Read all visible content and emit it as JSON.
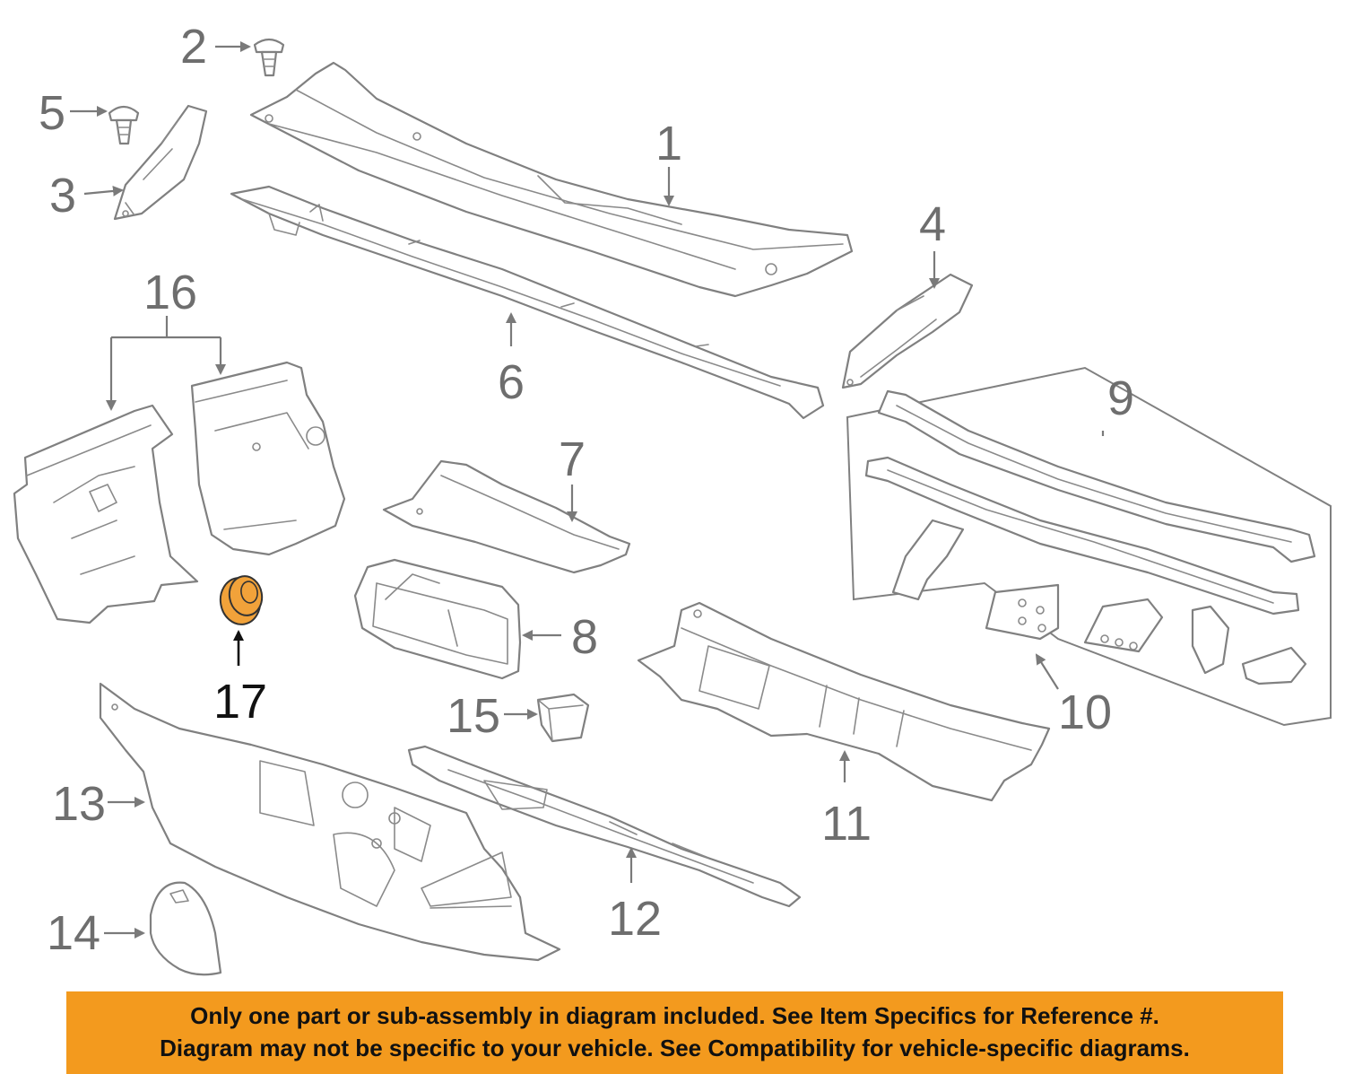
{
  "callouts": {
    "c1": "1",
    "c2": "2",
    "c3": "3",
    "c4": "4",
    "c5": "5",
    "c6": "6",
    "c7": "7",
    "c8": "8",
    "c9": "9",
    "c10": "10",
    "c11": "11",
    "c12": "12",
    "c13": "13",
    "c14": "14",
    "c15": "15",
    "c16": "16",
    "c17": "17"
  },
  "highlighted_part": "17",
  "colors": {
    "highlight": "#f1a23a",
    "notice_bg": "#f39a1e",
    "line": "#808080"
  },
  "notice": {
    "line1": "Only one part or sub-assembly in diagram included. See Item Specifics for Reference #.",
    "line2": "Diagram may not be specific to your vehicle. See Compatibility for vehicle-specific diagrams."
  }
}
